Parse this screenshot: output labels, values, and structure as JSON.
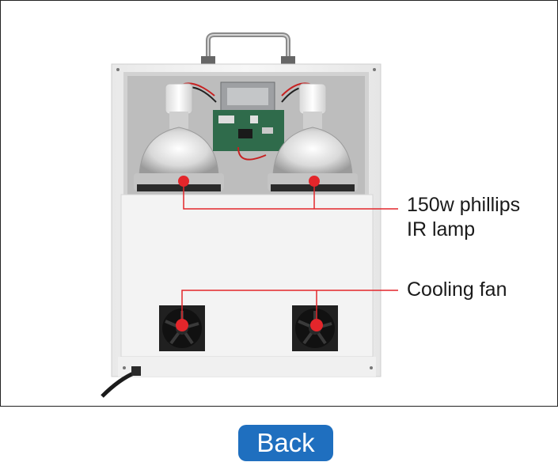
{
  "callouts": {
    "lamp_label_line1": "150w phillips",
    "lamp_label_line2": "IR lamp",
    "fan_label": "Cooling fan"
  },
  "back_button": {
    "label": "Back"
  },
  "colors": {
    "accent_red": "#e3262b",
    "back_button_bg": "#1f6fbf",
    "cabinet": "#f4f4f4"
  }
}
